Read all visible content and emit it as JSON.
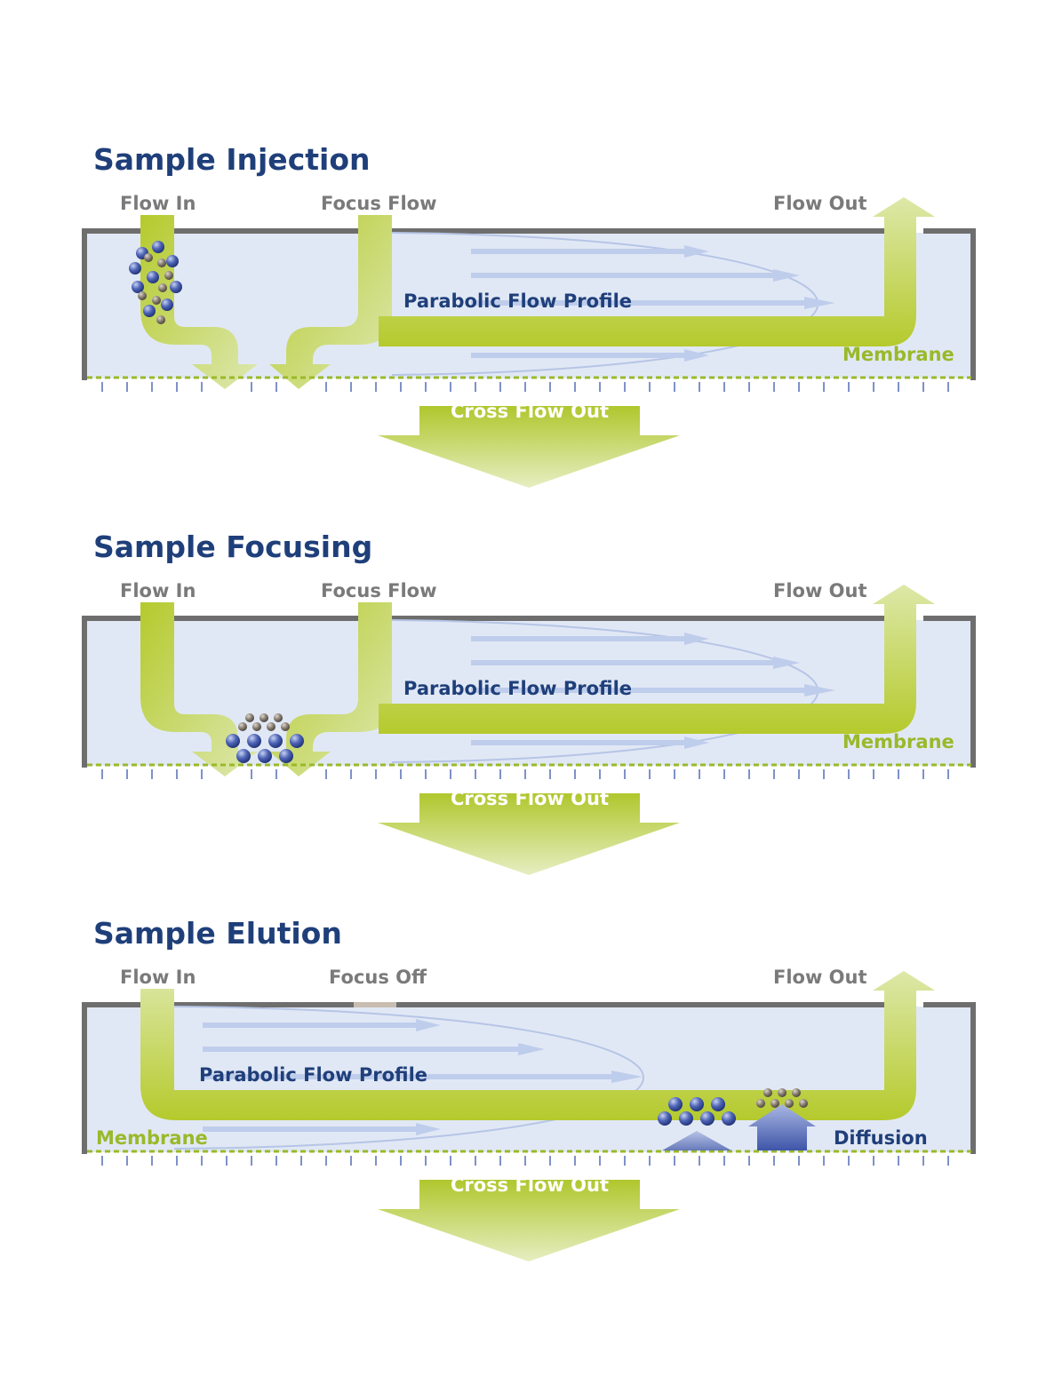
{
  "panels": [
    {
      "title": "Sample Injection",
      "flow_in": "Flow In",
      "focus": "Focus Flow",
      "flow_out": "Flow Out",
      "profile": "Parabolic Flow Profile",
      "membrane": "Membrane",
      "cross_flow": "Cross Flow Out"
    },
    {
      "title": "Sample Focusing",
      "flow_in": "Flow In",
      "focus": "Focus Flow",
      "flow_out": "Flow Out",
      "profile": "Parabolic Flow Profile",
      "membrane": "Membrane",
      "cross_flow": "Cross Flow Out"
    },
    {
      "title": "Sample Elution",
      "flow_in": "Flow In",
      "focus": "Focus Off",
      "flow_out": "Flow Out",
      "profile": "Parabolic Flow Profile",
      "membrane": "Membrane",
      "diffusion": "Diffusion",
      "cross_flow": "Cross Flow Out"
    }
  ],
  "colors": {
    "title": "#1f3f7a",
    "port_label": "#7a7a7a",
    "flow_green": "#b5ca2d",
    "channel_fill": "#e1e8f5",
    "channel_wall": "#6e6e6e",
    "membrane": "#9ab92a",
    "particle_large": "#3f55a8",
    "particle_small": "#857c70"
  }
}
